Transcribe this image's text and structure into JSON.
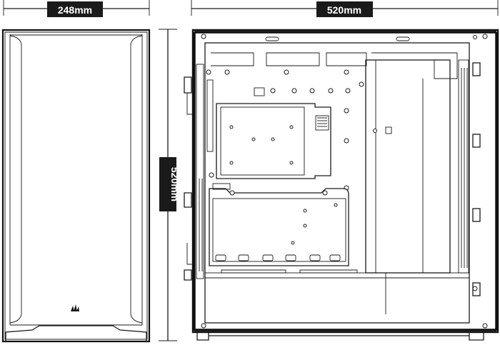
{
  "dimensions": {
    "width_label": "248mm",
    "length_label": "520mm",
    "height_label": "520mm"
  },
  "colors": {
    "line": "#1a1a1a",
    "label_bg": "#1a1a1a",
    "label_text": "#ffffff",
    "background": "#ffffff"
  },
  "icons": {
    "front_logo": "corsair-sails-logo-icon"
  }
}
